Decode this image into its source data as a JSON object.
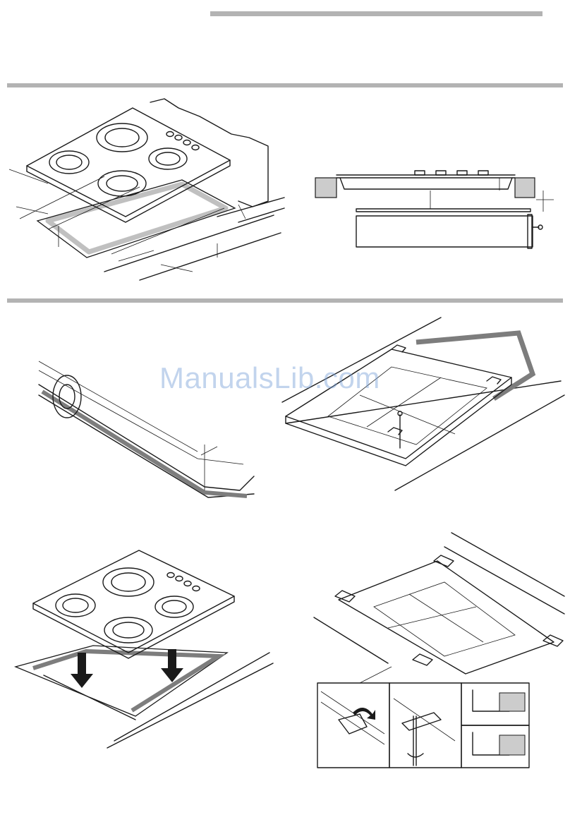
{
  "watermark": "ManualsLib.com",
  "figures": [
    {
      "id": "fig-hob-cutout-dimensions"
    },
    {
      "id": "fig-side-section"
    },
    {
      "id": "fig-seal-tape"
    },
    {
      "id": "fig-clip-mount-underside"
    },
    {
      "id": "fig-insert-hob"
    },
    {
      "id": "fig-clip-adjust"
    }
  ],
  "colors": {
    "rule": "#b3b3b3",
    "line": "#1a1a1a",
    "seal": "#8c8c8c",
    "watermark": "#78a0d7"
  },
  "icons": [
    "hob-icon",
    "hotplate-icon",
    "control-knob-icon",
    "arrow-down-icon",
    "screw-icon",
    "clip-icon",
    "rotate-arrow-icon"
  ]
}
